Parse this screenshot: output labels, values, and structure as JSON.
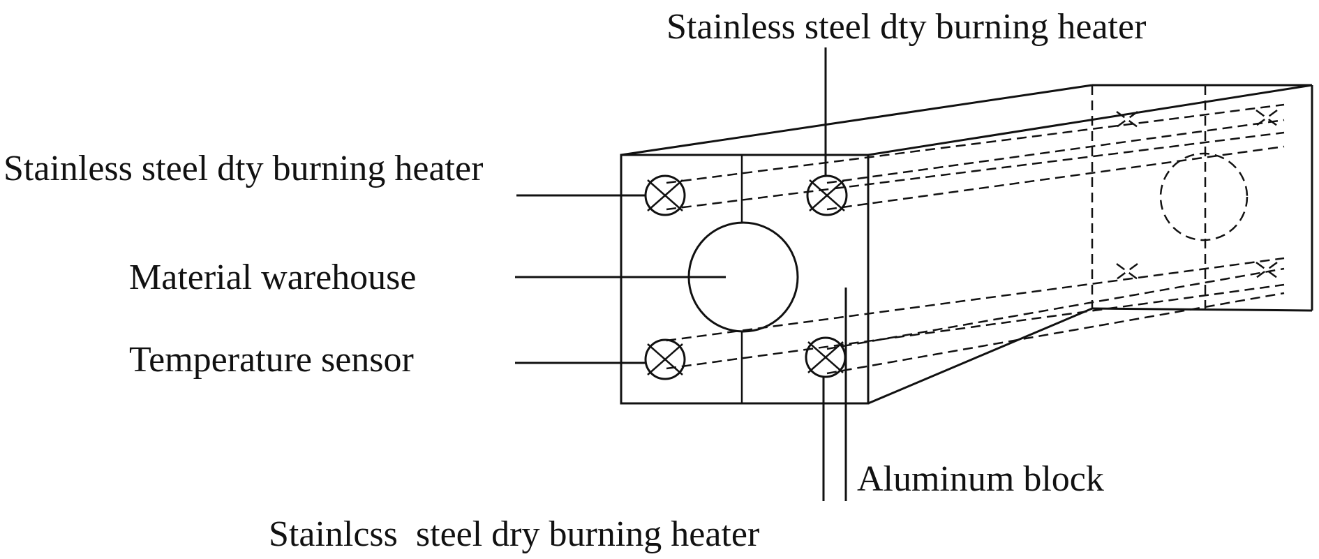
{
  "labels": {
    "top_heater": "Stainless steel dty burning heater",
    "left_heater": "Stainless steel dty burning heater",
    "material_warehouse": "Material warehouse",
    "temperature_sensor": "Temperature sensor",
    "aluminum_block": "Aluminum block",
    "bottom_heater": "Stainlcss  steel dry burning heater"
  },
  "colors": {
    "stroke": "#111111",
    "background": "#ffffff"
  }
}
